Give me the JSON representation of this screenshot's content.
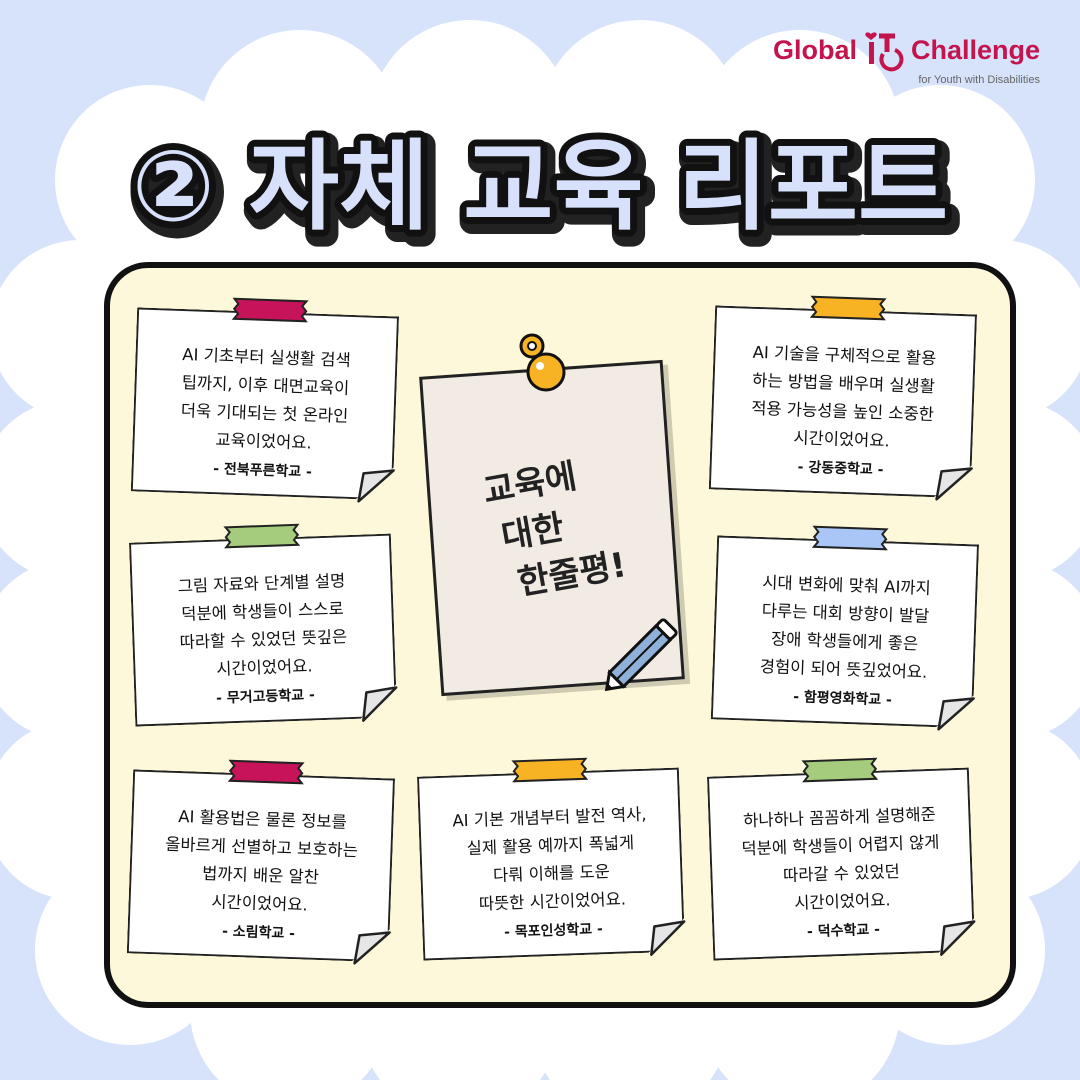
{
  "logo": {
    "word_left": "Global",
    "word_it": "IT",
    "word_right": "Challenge",
    "subtitle": "for Youth with Disabilities",
    "brand_color": "#c4144e"
  },
  "title": "② 자체 교육 리포트",
  "center_note": {
    "lines": [
      "교육에",
      "대한",
      "한줄평!"
    ]
  },
  "notes": [
    {
      "lines": [
        "AI 기초부터 실생활 검색",
        "팁까지, 이후 대면교육이",
        "더욱 기대되는 첫 온라인",
        "교육이었어요."
      ],
      "school": "- 전북푸른학교 -",
      "tape_color": "#c6135a"
    },
    {
      "lines": [
        "AI 기술을 구체적으로 활용",
        "하는 방법을 배우며 실생활",
        "적용 가능성을 높인 소중한",
        "시간이었어요."
      ],
      "school": "- 강동중학교 -",
      "tape_color": "#f7b324"
    },
    {
      "lines": [
        "그림 자료와 단계별 설명",
        "덕분에 학생들이 스스로",
        "따라할 수 있었던 뜻깊은",
        "시간이었어요."
      ],
      "school": "- 무거고등학교 -",
      "tape_color": "#a4cc7c"
    },
    {
      "lines": [
        "시대 변화에 맞춰 AI까지",
        "다루는 대회 방향이 발달",
        "장애 학생들에게 좋은",
        "경험이 되어 뜻깊었어요."
      ],
      "school": "- 함평영화학교 -",
      "tape_color": "#a9c6f7"
    },
    {
      "lines": [
        "AI 활용법은 물론 정보를",
        "올바르게 선별하고 보호하는",
        "법까지 배운 알찬",
        "시간이었어요."
      ],
      "school": "- 소림학교 -",
      "tape_color": "#c6135a"
    },
    {
      "lines": [
        "AI 기본 개념부터 발전 역사,",
        "실제 활용 예까지 폭넓게",
        "다뤄 이해를 도운",
        "따뜻한 시간이었어요."
      ],
      "school": "- 목포인성학교 -",
      "tape_color": "#f7b324"
    },
    {
      "lines": [
        "하나하나 꼼꼼하게 설명해준",
        "덕분에 학생들이 어렵지 않게",
        "따라갈 수 있었던",
        "시간이었어요."
      ],
      "school": "- 덕수학교 -",
      "tape_color": "#a4cc7c"
    }
  ],
  "colors": {
    "background": "#d7e2fb",
    "board": "#fdf8da",
    "title_fill": "#d8e1fb",
    "pin": "#f7b324",
    "pencil": "#8fb0d8"
  }
}
